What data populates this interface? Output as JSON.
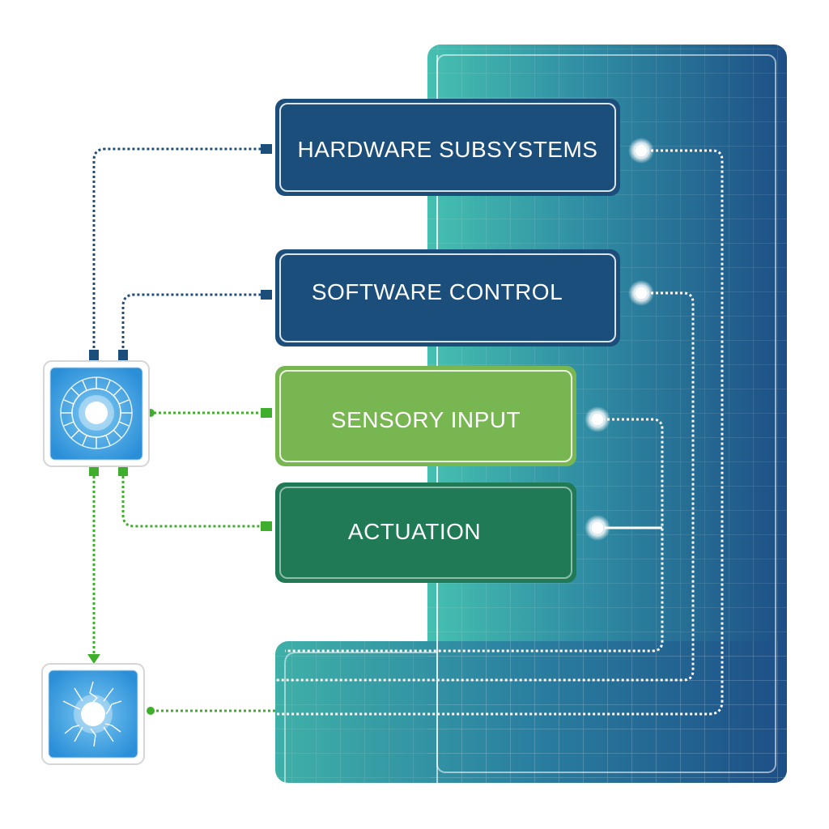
{
  "colors": {
    "panel_light": "#3fb5ae",
    "panel_dark": "#1d5585",
    "hardware_box": "#1b4e7a",
    "software_box": "#1b4e7a",
    "sensory_box": "#78b652",
    "actuation_box": "#1f7a55",
    "navy_link": "#1b4e7a",
    "green_link": "#3fae2c",
    "node_light": "#5fb4ea",
    "node_dark": "#2a8fd6"
  },
  "boxes": {
    "hardware": {
      "label": "HARDWARE SUBSYSTEMS"
    },
    "software": {
      "label": "SOFTWARE CONTROL"
    },
    "sensory": {
      "label": "SENSORY INPUT"
    },
    "actuation": {
      "label": "ACTUATION"
    }
  },
  "nodes": {
    "top": {
      "icon": "radial-sun-icon"
    },
    "bottom": {
      "icon": "starburst-icon"
    }
  }
}
